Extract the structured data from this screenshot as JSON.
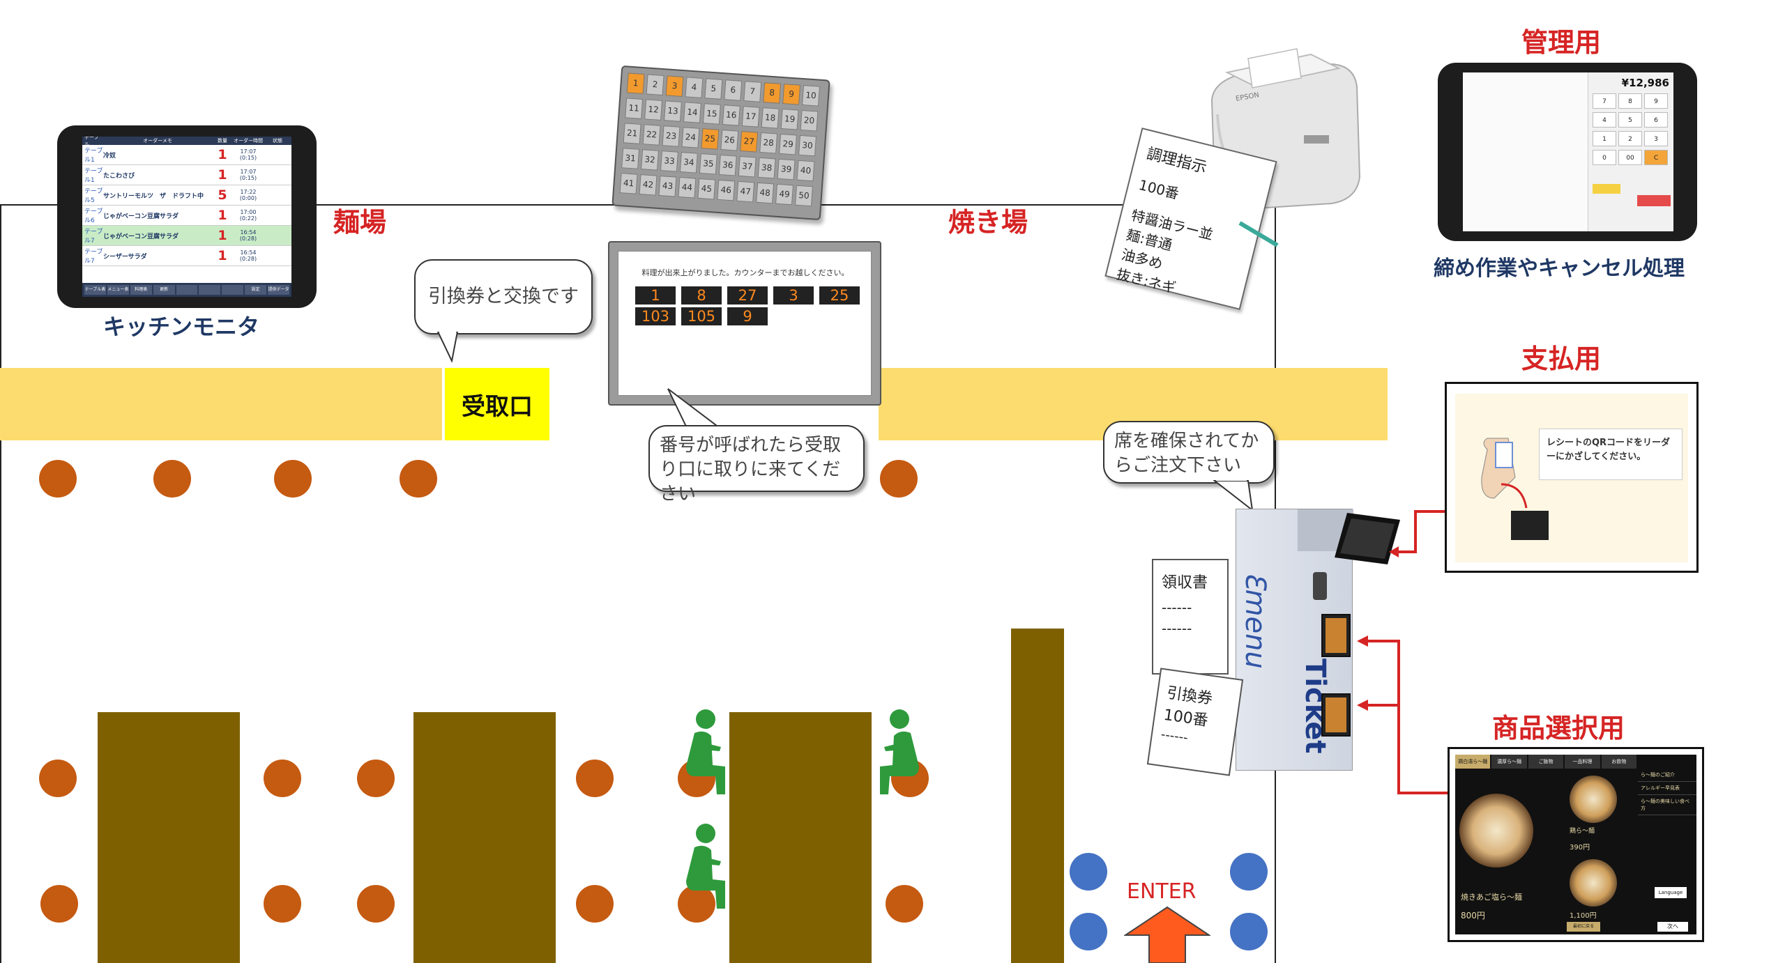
{
  "areas": {
    "noodle": "麺場",
    "grill": "焼き場",
    "pickup": "受取口",
    "enter": "ENTER"
  },
  "kitchen_monitor": {
    "label": "キッチンモニタ",
    "header": [
      "テーブル",
      "オーダーメモ",
      "数量",
      "オーダー時間",
      "状態"
    ],
    "rows": [
      {
        "table": "テーブル1",
        "dish": "冷奴",
        "qty": "1",
        "time": "17:07 (0:15)"
      },
      {
        "table": "テーブル1",
        "dish": "たこわさび",
        "qty": "1",
        "time": "17:07 (0:15)"
      },
      {
        "table": "テーブル5",
        "dish": "サントリーモルツ　ザ　ドラフト中",
        "qty": "5",
        "time": "17:22 (0:00)"
      },
      {
        "table": "テーブル6",
        "dish": "じゃがベーコン豆腐サラダ",
        "qty": "1",
        "time": "17:00 (0:22)"
      },
      {
        "table": "テーブル7",
        "dish": "じゃがベーコン豆腐サラダ",
        "qty": "1",
        "time": "16:54 (0:28)"
      },
      {
        "table": "テーブル7",
        "dish": "シーザーサラダ",
        "qty": "1",
        "time": "16:54 (0:28)"
      }
    ],
    "footer": [
      "テーブル表",
      "メニュー表",
      "料理表",
      "更新",
      "",
      "",
      "",
      "設定",
      "提供データ"
    ]
  },
  "number_board": {
    "numbers": [
      "1",
      "2",
      "3",
      "4",
      "5",
      "6",
      "7",
      "8",
      "9",
      "10",
      "11",
      "12",
      "13",
      "14",
      "15",
      "16",
      "17",
      "18",
      "19",
      "20",
      "21",
      "22",
      "23",
      "24",
      "25",
      "26",
      "27",
      "28",
      "29",
      "30",
      "31",
      "32",
      "33",
      "34",
      "35",
      "36",
      "37",
      "38",
      "39",
      "40",
      "41",
      "42",
      "43",
      "44",
      "45",
      "46",
      "47",
      "48",
      "49",
      "50"
    ],
    "active": [
      "1",
      "3",
      "8",
      "9",
      "25",
      "27"
    ]
  },
  "call_display": {
    "message": "料理が出来上がりました。カウンターまでお越しください。",
    "numbers": [
      "1",
      "8",
      "27",
      "3",
      "25",
      "103",
      "105",
      "9"
    ]
  },
  "printer": {
    "brand": "EPSON",
    "slip_title": "調理指示",
    "slip_lines": [
      "100番",
      "特醤油ラー並",
      "麺:普通",
      "油多め",
      "抜き:ネギ"
    ]
  },
  "bubbles": {
    "exchange": "引換券と交換です",
    "number_called": "番号が呼ばれたら受取り口に取りに来てください",
    "secure_seat": "席を確保されてからご注文下さい"
  },
  "kiosk": {
    "brand_script": "Ɛmenu",
    "brand_bold": "Ticket",
    "receipt1_title": "領収書",
    "receipt1_lines": [
      "------",
      "------"
    ],
    "receipt2_title": "引換券",
    "receipt2_number": "100番",
    "receipt2_line": "------"
  },
  "admin": {
    "title": "管理用",
    "amount": "¥12,986",
    "caption": "締め作業やキャンセル処理",
    "keypad": [
      "7",
      "8",
      "9",
      "4",
      "5",
      "6",
      "1",
      "2",
      "3",
      "0",
      "00",
      "C"
    ]
  },
  "payment": {
    "title": "支払用",
    "instruction": "レシートのQRコードをリーダーにかざしてください。"
  },
  "product_select": {
    "title": "商品選択用",
    "tabs": [
      "鶏白湯ら〜麺",
      "濃厚ら〜麺",
      "ご飯物",
      "一品料理",
      "お飲物"
    ],
    "side_items": [
      "ら〜麺のご紹介",
      "アレルギー早見表",
      "ら〜麺の美味しい食べ方"
    ],
    "item_main_name": "焼きあご塩ら〜麺",
    "item_main_price": "800円",
    "item_b_name": "鶏ら〜麺",
    "item_b_price": "390円",
    "item_c_price": "1,100円",
    "lang_button": "Language",
    "next_button": "次へ",
    "first_button": "最初に戻る"
  },
  "colors": {
    "counter": "#fddc6f",
    "stool": "#c55a11",
    "table": "#7f6000",
    "person": "#2e9a3c",
    "accent_red": "#d62424",
    "pickup": "#ffff00",
    "enter_arrow": "#ff5b1f"
  }
}
